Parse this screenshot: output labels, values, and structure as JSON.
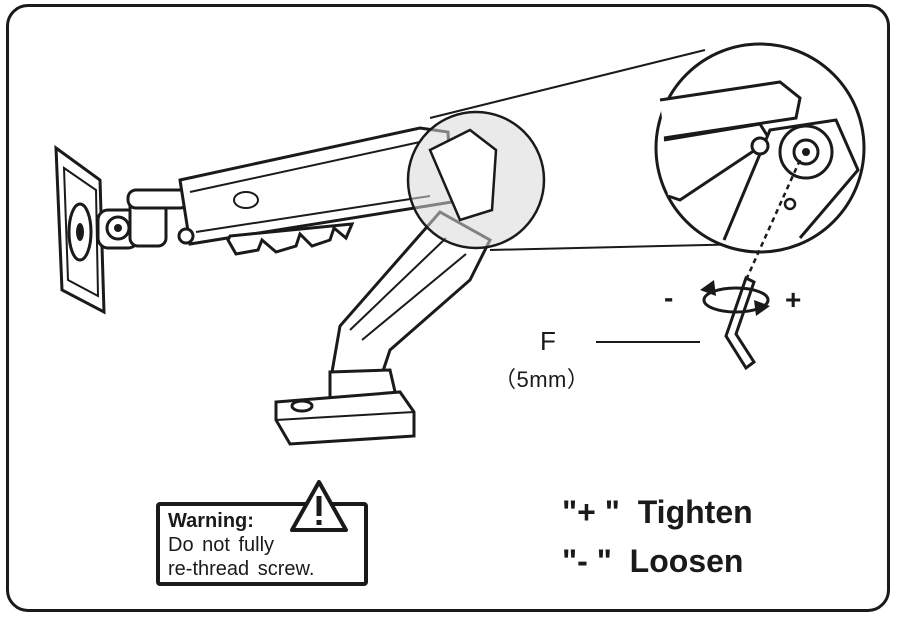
{
  "tool_label": "F",
  "tool_size": "（5mm）",
  "direction": {
    "minus": "-",
    "plus": "+"
  },
  "warning": {
    "title": "Warning:",
    "line1": "Do not  fully",
    "line2": "re-thread  screw."
  },
  "legend": [
    {
      "symbol": "\"+ \"",
      "action": "Tighten"
    },
    {
      "symbol": "\"- \"",
      "action": "Loosen"
    }
  ],
  "colors": {
    "stroke": "#1a1a1a",
    "background": "#ffffff",
    "shade": "#d9d9d9"
  }
}
